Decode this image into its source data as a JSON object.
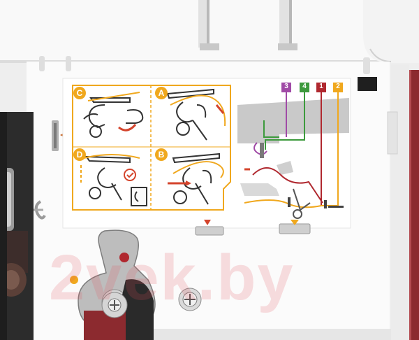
{
  "guide": {
    "panels": [
      {
        "id": "C",
        "label": "C"
      },
      {
        "id": "A",
        "label": "A"
      },
      {
        "id": "D",
        "label": "D"
      },
      {
        "id": "B",
        "label": "B"
      }
    ],
    "thread_tabs": [
      {
        "label": "3",
        "color": "#a04aa6"
      },
      {
        "label": "4",
        "color": "#3c9a3c"
      },
      {
        "label": "1",
        "color": "#b0282f"
      },
      {
        "label": "2",
        "color": "#f0a81e"
      }
    ]
  },
  "watermark": {
    "text": "2vek.by"
  },
  "colors": {
    "accent": "#f0a81e",
    "machine_body": "#f7f7f7",
    "label_panel": "#ffffff",
    "red_knob": "#8c2a2f",
    "dark_left": "#2c2c2c"
  }
}
